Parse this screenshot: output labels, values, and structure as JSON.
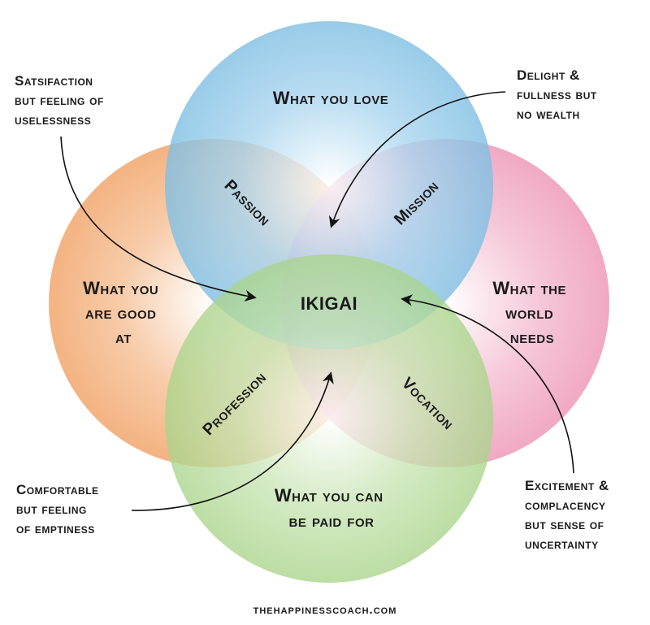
{
  "circles": {
    "love": {
      "label_lines": [
        "What you love"
      ],
      "color": "#7fbfe3"
    },
    "good_at": {
      "label_lines": [
        "What you",
        "are good",
        "at"
      ],
      "color": "#f2a56b"
    },
    "world_needs": {
      "label_lines": [
        "What the",
        "world",
        "needs"
      ],
      "color": "#ee9ab8"
    },
    "paid_for": {
      "label_lines": [
        "What you can",
        "be paid for"
      ],
      "color": "#a9d48a"
    }
  },
  "overlaps": {
    "passion": "Passion",
    "mission": "Mission",
    "profession": "Profession",
    "vocation": "Vocation",
    "center": "IKIGAI"
  },
  "annotations": {
    "top_left": [
      "Satsifaction",
      "but feeling of",
      "uselessness"
    ],
    "top_right": [
      "Delight &",
      "fullness but",
      "no wealth"
    ],
    "bottom_left": [
      "Comfortable",
      "but feeling",
      "of emptiness"
    ],
    "bottom_right": [
      "Excitement &",
      "complacency",
      "but sense of",
      "uncertainty"
    ]
  },
  "footer": "thehappinesscoach.com"
}
